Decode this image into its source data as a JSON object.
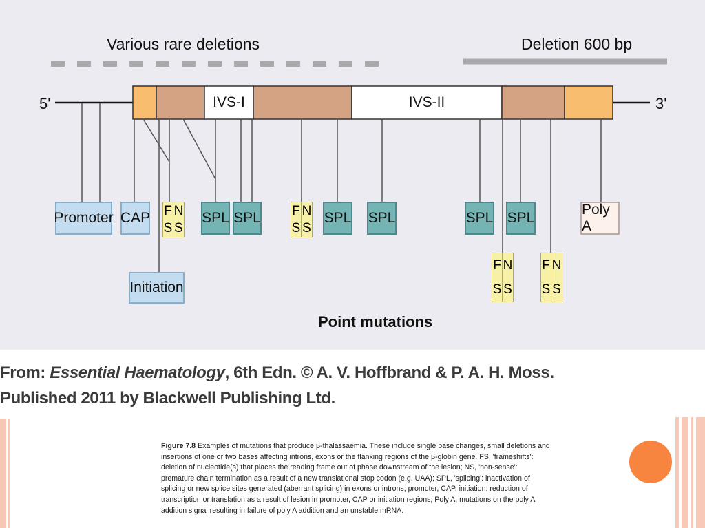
{
  "diagram": {
    "deletions": {
      "rare_label": "Various rare deletions",
      "bp_label": "Deletion 600 bp"
    },
    "gene": {
      "five_prime": "5'",
      "three_prime": "3'",
      "intron1": "IVS-I",
      "intron2": "IVS-II"
    },
    "mutation_boxes": {
      "promoter": "Promoter",
      "cap": "CAP",
      "initiation": "Initiation",
      "splicing": "SPL",
      "poly_a": "Poly A",
      "fs_letters": [
        "F",
        "N",
        "S",
        "S"
      ]
    },
    "footer_label": "Point mutations",
    "colors": {
      "background": "#ebebf1",
      "exon": "#d4a384",
      "utr": "#f9bd6f",
      "intron": "#ffffff",
      "deletion_bar": "#a9a9ab",
      "spl": "#74b4b5",
      "fs": "#f7f1a7",
      "blue_box": "#c4dcef",
      "accent_circle": "#f7853f"
    }
  },
  "credit": {
    "line1_prefix": "From: ",
    "line1_book": "Essential Haematology",
    "line1_rest": ", 6th Edn. © A. V. Hoffbrand & P. A. H. Moss.",
    "line2": "Published 2011 by Blackwell Publishing Ltd."
  },
  "caption": {
    "label": "Figure 7.8",
    "text": "Examples of mutations that produce β-thalassaemia. These include single base changes, small deletions and insertions of one or two bases affecting introns, exons or the flanking regions of the β-globin gene. FS, 'frameshifts': deletion of nucleotide(s) that places the reading frame out of phase downstream of the lesion; NS, 'non-sense': premature chain termination as a result of a new translational stop codon (e.g. UAA); SPL, 'splicing': inactivation of splicing or new splice sites generated (aberrant splicing) in exons or introns; promoter, CAP, initiation: reduction of transcription or translation as a result of lesion in promoter, CAP or initiation regions; Poly A, mutations on the poly A addition signal resulting in failure of poly A addition and an unstable mRNA."
  }
}
